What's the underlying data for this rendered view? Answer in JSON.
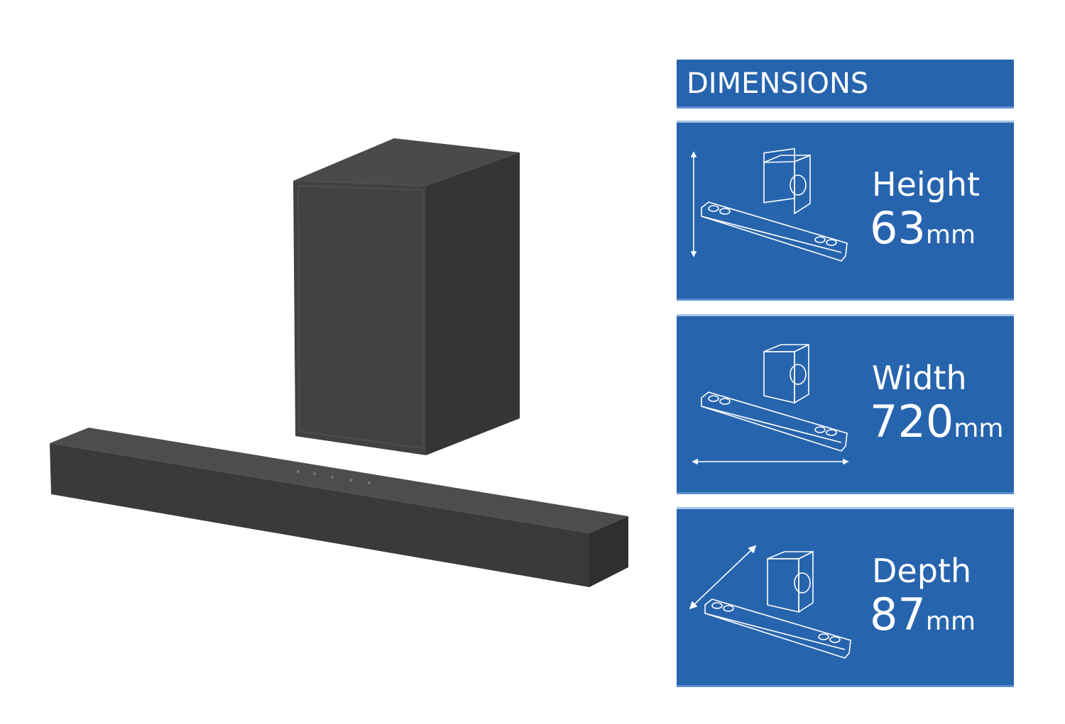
{
  "title": "DIMENSIONS",
  "colors": {
    "panel": "#2764ae",
    "product": "#3c3c3c"
  },
  "dimensions": [
    {
      "label": "Height",
      "value": "63",
      "unit": "mm",
      "icon": "height-arrow-icon"
    },
    {
      "label": "Width",
      "value": "720",
      "unit": "mm",
      "icon": "width-arrow-icon"
    },
    {
      "label": "Depth",
      "value": "87",
      "unit": "mm",
      "icon": "depth-arrow-icon"
    }
  ]
}
